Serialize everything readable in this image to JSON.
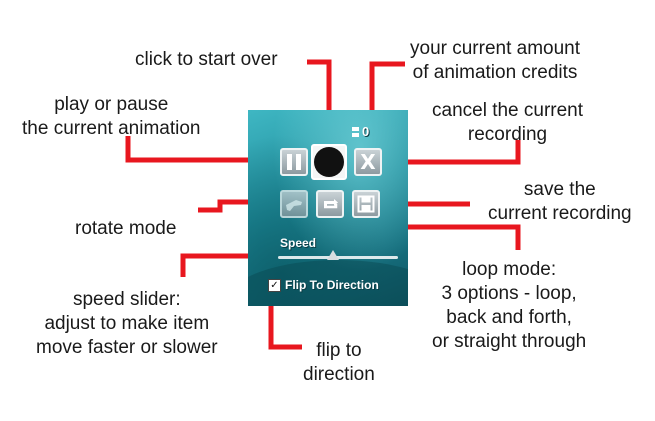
{
  "callouts": {
    "start_over": [
      "click to start over"
    ],
    "credits": [
      "your current amount",
      "of animation credits"
    ],
    "play_pause": [
      "play or pause",
      "the current animation"
    ],
    "cancel": [
      "cancel the current",
      "recording"
    ],
    "save": [
      "save the",
      "current recording"
    ],
    "rotate": [
      "rotate mode"
    ],
    "loop": [
      "loop mode:",
      "3 options - loop,",
      "back and forth,",
      "or straight through"
    ],
    "speed": [
      "speed slider:",
      "adjust to make item",
      "move faster or slower"
    ],
    "flip": [
      "flip to",
      "direction"
    ]
  },
  "panel": {
    "credit_count": "0",
    "cancel_glyph": "X",
    "speed_label": "Speed",
    "flip_checked": "✓",
    "flip_label": "Flip To Direction"
  },
  "colors": {
    "callout_line": "#e8171f",
    "panel": "#1f8b9a"
  },
  "icons": [
    "pause-icon",
    "record-icon",
    "close-icon",
    "rotate-icon",
    "loop-icon",
    "save-icon",
    "credits-icon"
  ]
}
